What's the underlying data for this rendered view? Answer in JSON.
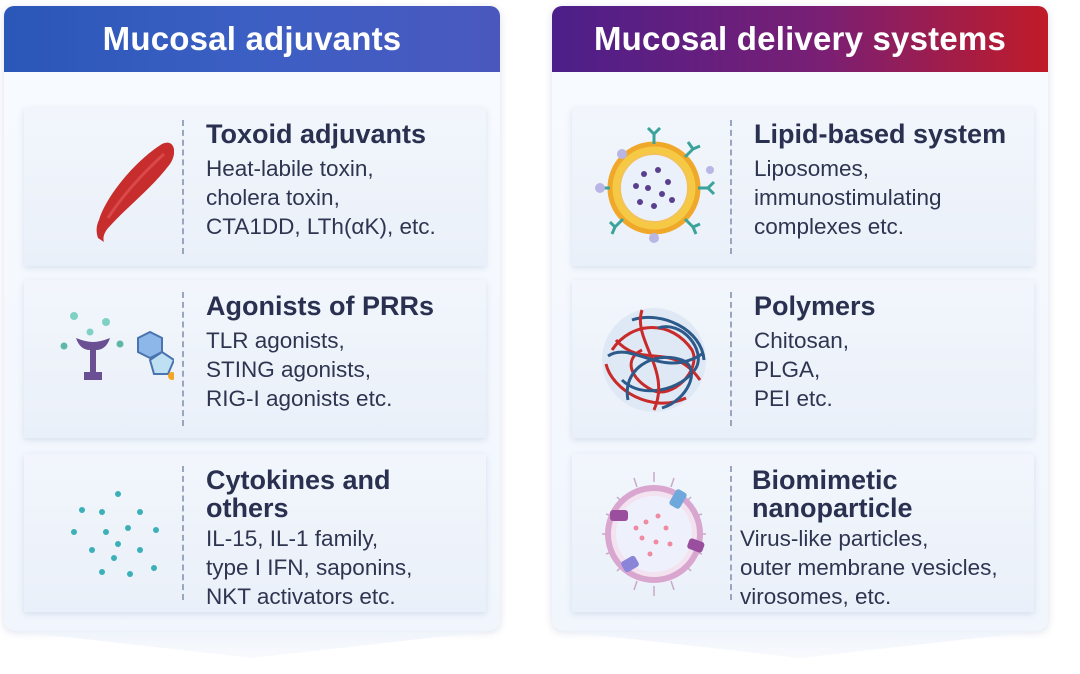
{
  "left_panel": {
    "title": "Mucosal adjuvants",
    "cards": [
      {
        "heading": "Toxoid adjuvants",
        "lines": [
          "Heat-labile toxin,",
          "cholera toxin,",
          "CTA1DD, LTh(αK), etc."
        ],
        "icon": "toxin-icon"
      },
      {
        "heading": "Agonists of PRRs",
        "lines": [
          "TLR agonists,",
          "STING agonists,",
          "RIG-I agonists etc."
        ],
        "icon": "receptor-agonist-icon"
      },
      {
        "heading": "Cytokines and others",
        "heading_lines": [
          "Cytokines and",
          "others"
        ],
        "lines": [
          "IL-15, IL-1 family,",
          "type I IFN, saponins,",
          "NKT activators etc."
        ],
        "icon": "cytokine-dots-icon"
      }
    ]
  },
  "right_panel": {
    "title": "Mucosal delivery systems",
    "cards": [
      {
        "heading": "Lipid-based system",
        "lines": [
          "Liposomes,",
          "immunostimulating",
          "complexes etc."
        ],
        "icon": "liposome-icon"
      },
      {
        "heading": "Polymers",
        "lines": [
          "Chitosan,",
          "PLGA,",
          "PEI etc."
        ],
        "icon": "polymer-ball-icon"
      },
      {
        "heading": "Biomimetic nanoparticle",
        "heading_lines": [
          "Biomimetic",
          "nanoparticle"
        ],
        "lines": [
          "Virus-like particles,",
          "outer membrane vesicles,",
          "virosomes, etc."
        ],
        "icon": "biomimetic-nanoparticle-icon"
      }
    ]
  },
  "colors": {
    "left_header": "#3c5fc4",
    "right_header_start": "#4c1f8a",
    "right_header_end": "#c01b28"
  }
}
